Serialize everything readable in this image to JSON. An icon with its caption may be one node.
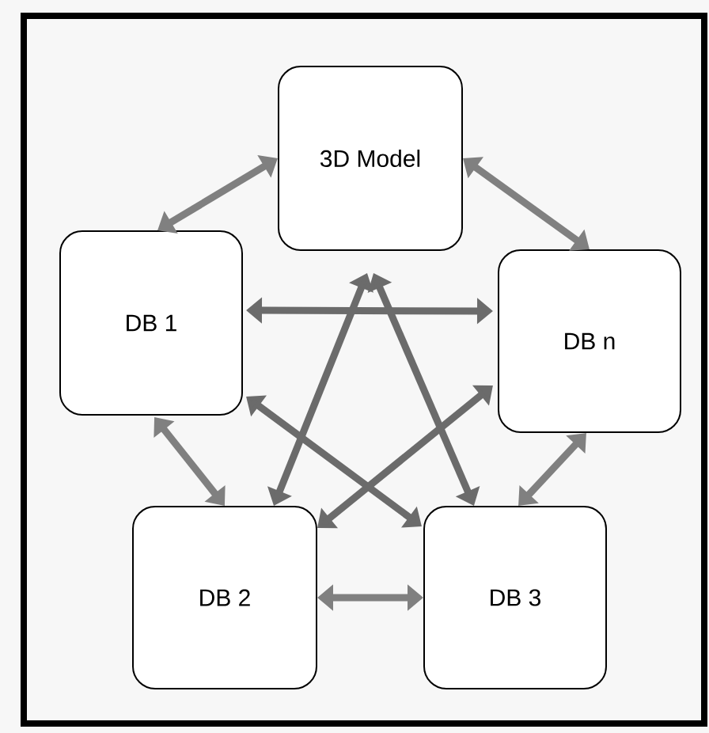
{
  "diagram": {
    "nodes": [
      {
        "text": [
          "3D Model"
        ]
      },
      {
        "text": [
          "DB 1"
        ]
      },
      {
        "text": [
          "DB n"
        ]
      },
      {
        "text": [
          "DB 2"
        ]
      },
      {
        "text": [
          "DB 3"
        ]
      }
    ],
    "edges": [
      {
        "from": 0,
        "to": 1,
        "arrow": "both"
      },
      {
        "from": 0,
        "to": 2,
        "arrow": "both"
      },
      {
        "from": 1,
        "to": 3,
        "arrow": "both"
      },
      {
        "from": 2,
        "to": 4,
        "arrow": "both"
      },
      {
        "from": 3,
        "to": 4,
        "arrow": "both"
      },
      {
        "from": 0,
        "to": 3,
        "arrow": "both",
        "color": "#6b6b6b"
      },
      {
        "from": 0,
        "to": 4,
        "arrow": "both",
        "color": "#6b6b6b"
      },
      {
        "from": 1,
        "to": 2,
        "arrow": "both",
        "color": "#6b6b6b"
      },
      {
        "from": 1,
        "to": 4,
        "arrow": "both",
        "color": "#6b6b6b"
      },
      {
        "from": 2,
        "to": 3,
        "arrow": "both",
        "color": "#6b6b6b"
      }
    ]
  }
}
